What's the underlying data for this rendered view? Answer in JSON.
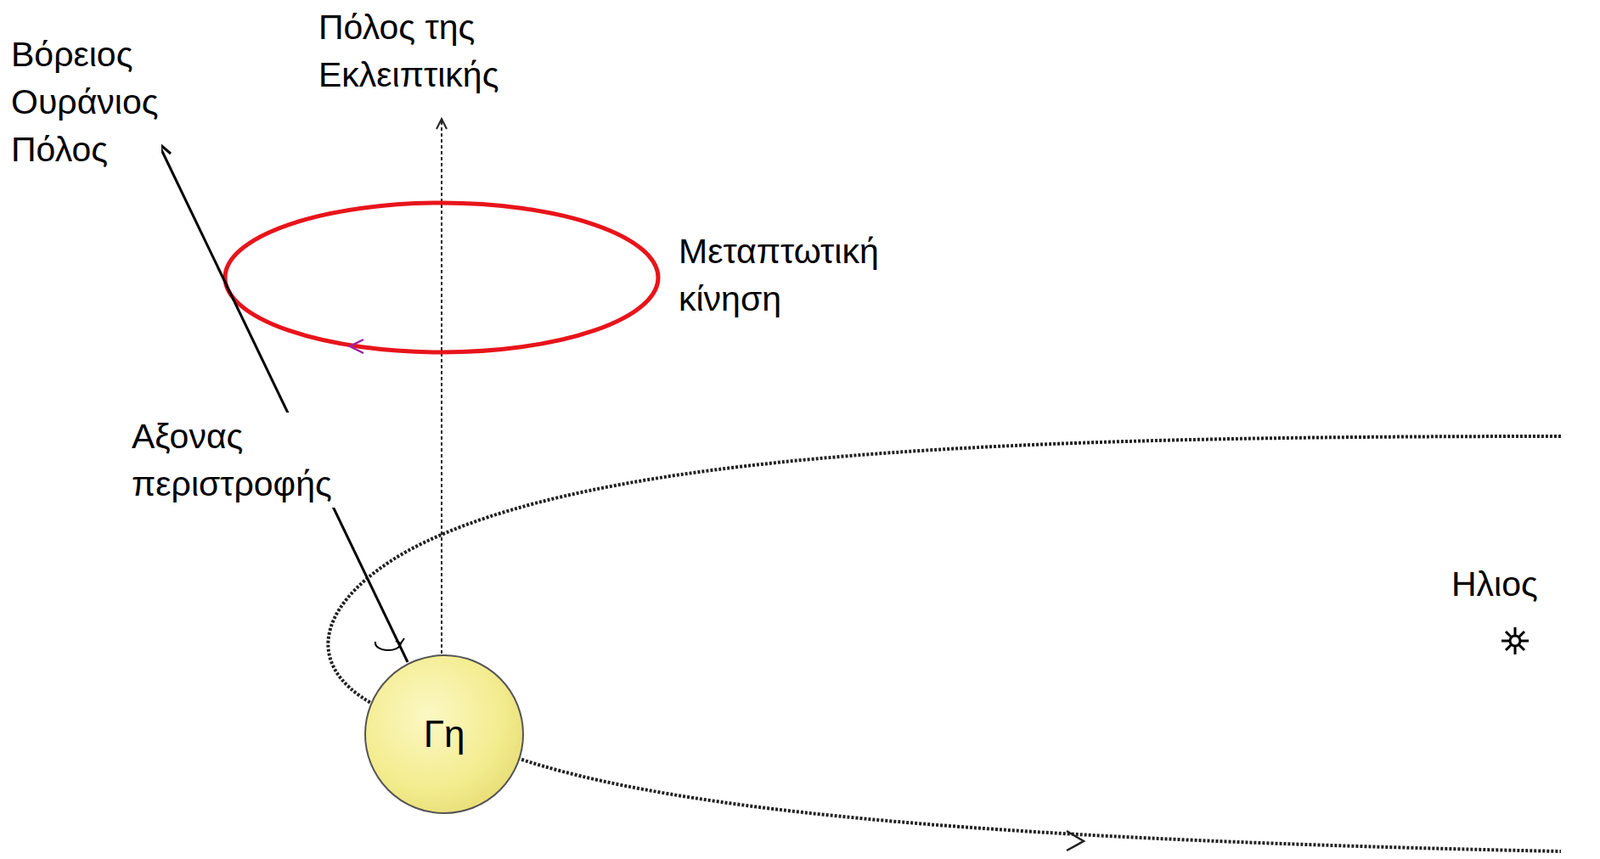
{
  "diagram": {
    "nodes": [
      {
        "text": [
          "Γη"
        ]
      }
    ],
    "labels": [
      "Βόρειος Ουράνιος Πόλος",
      "Πόλος της Εκλειπτικής",
      "Μεταπτωτική κίνηση",
      "Αξονας περιστροφής",
      "Ηλιος"
    ]
  }
}
